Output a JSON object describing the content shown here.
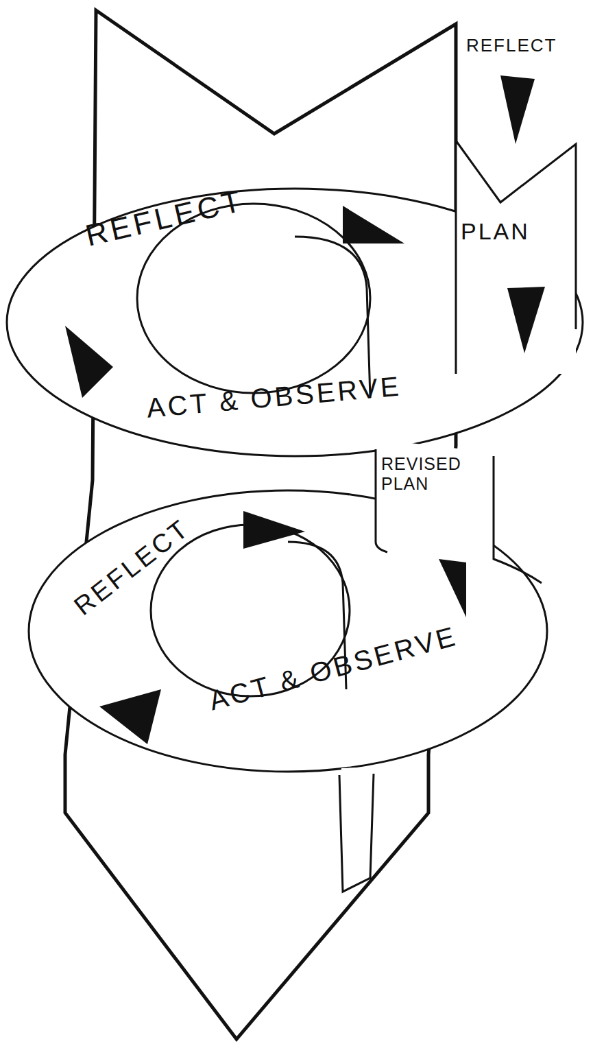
{
  "diagram": {
    "labels": [
      "REFLECT",
      "REFLECT",
      "PLAN",
      "ACT & OBSERVE",
      "REVISED PLAN",
      "REFLECT",
      "ACT & OBSERVE"
    ]
  }
}
